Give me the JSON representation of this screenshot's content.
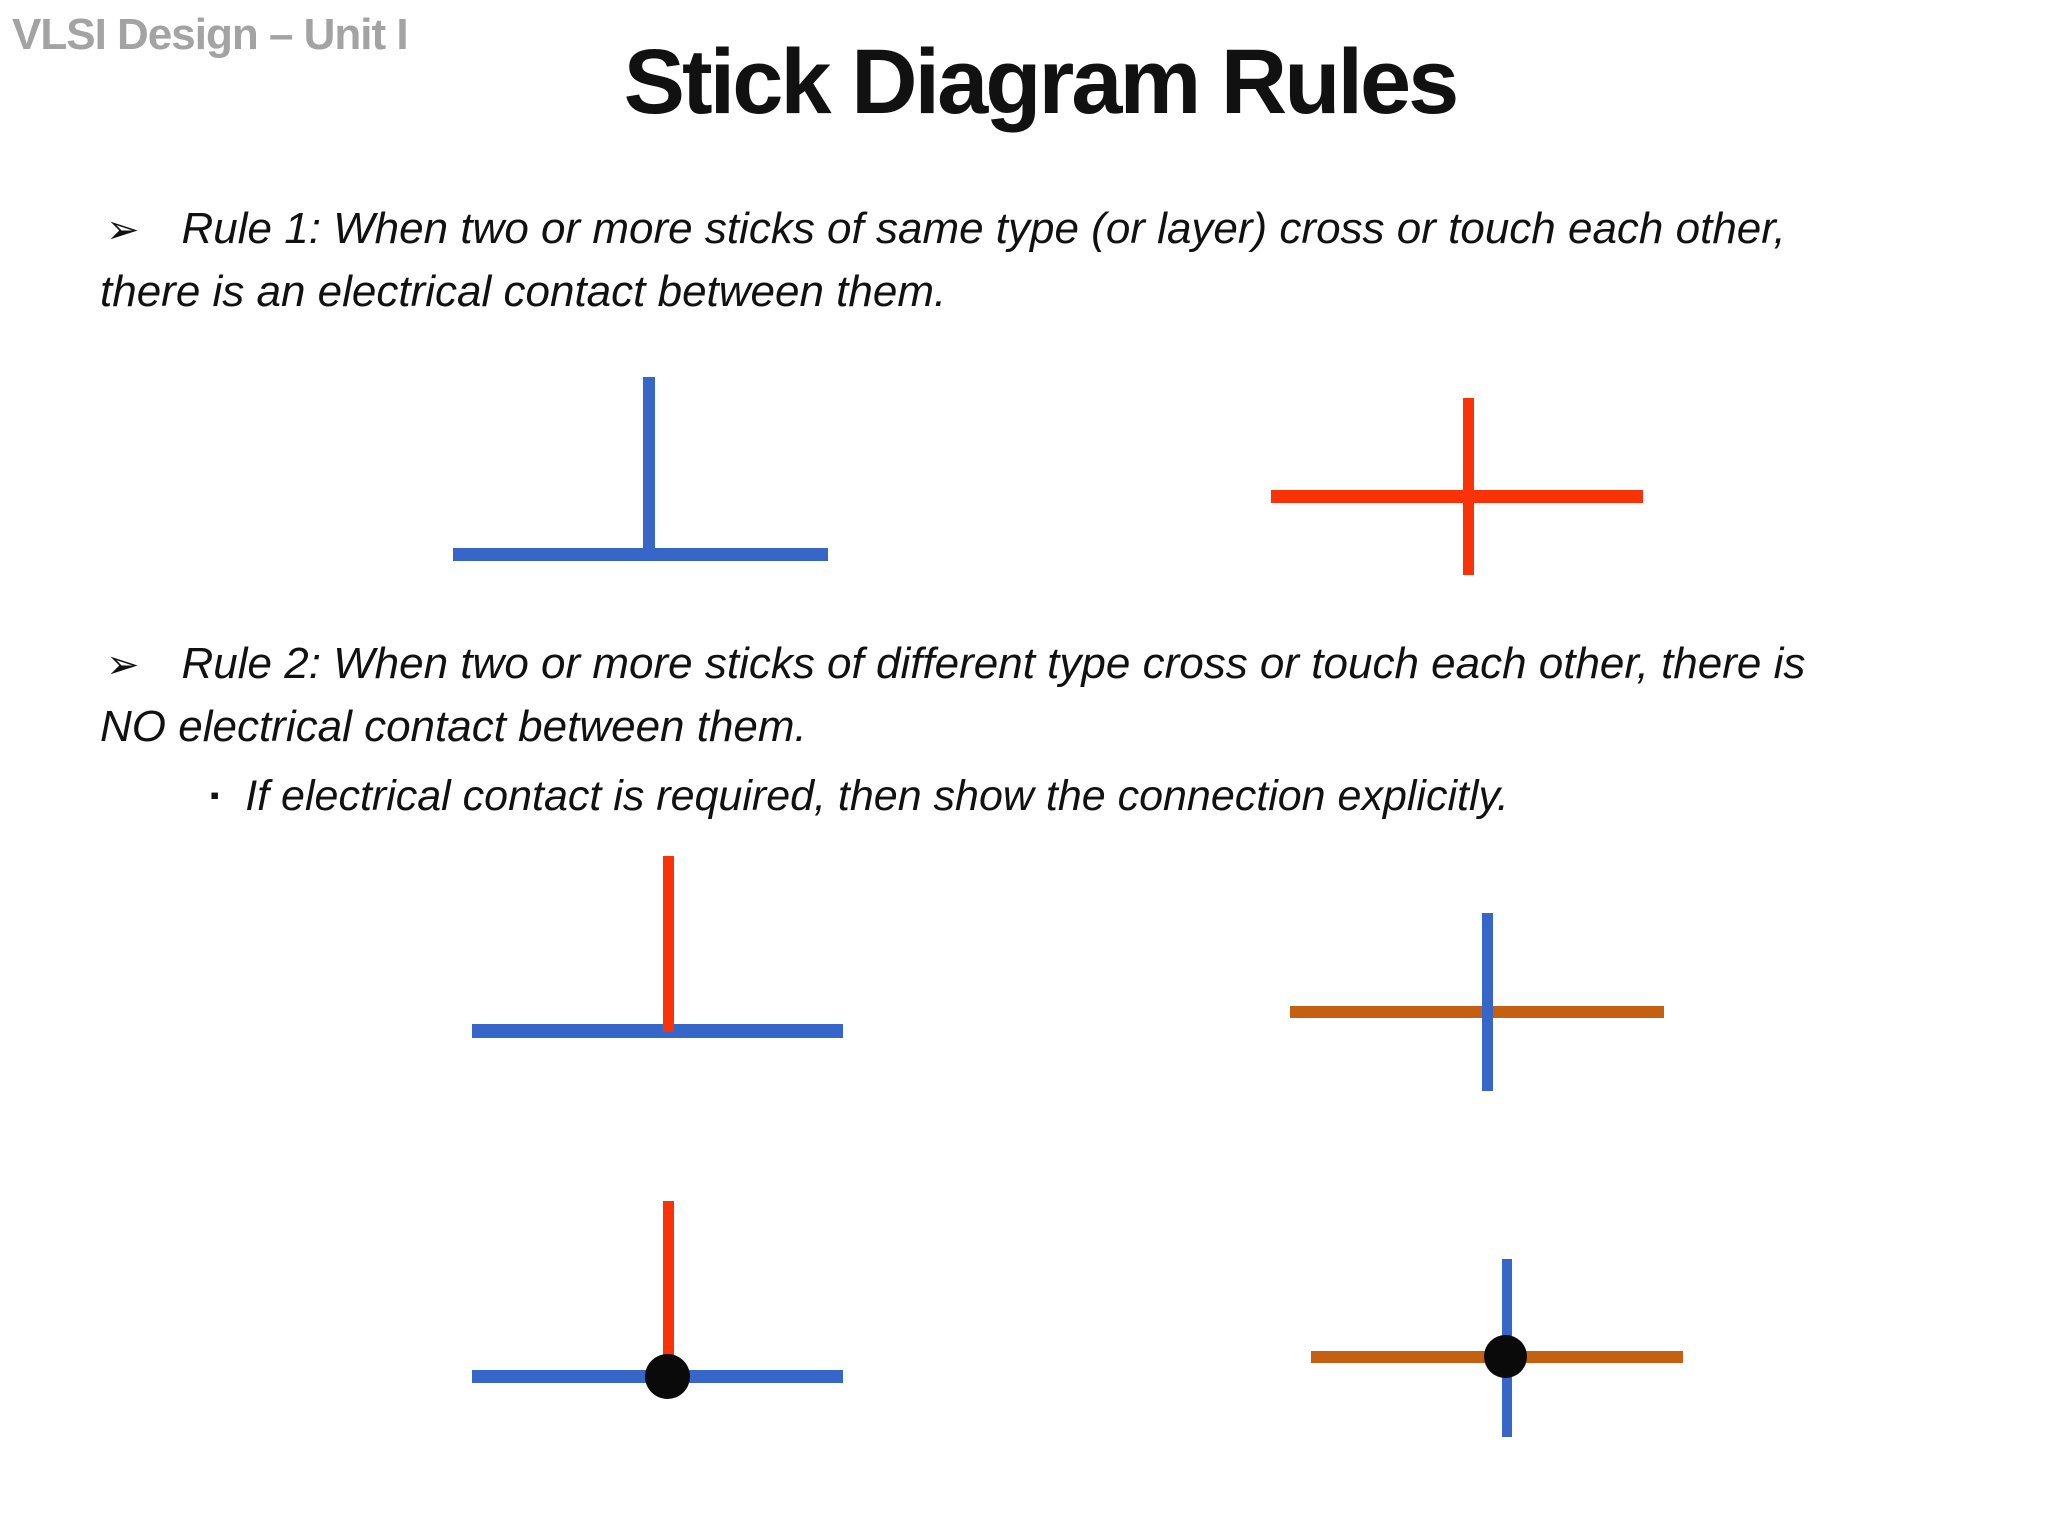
{
  "slide": {
    "header": "VLSI Design – Unit I",
    "title": "Stick Diagram Rules"
  },
  "rules": {
    "rule1": {
      "bullet": "➢",
      "lines": [
        "Rule 1: When two or more sticks of same type (or layer) cross or touch each other,",
        "there is an electrical contact between them."
      ]
    },
    "rule2": {
      "bullet": "➢",
      "lines": [
        "Rule 2: When two or more sticks of different type cross or touch each other, there is",
        "NO electrical contact between them."
      ],
      "sub_bullet": "▪",
      "sub_text": "If electrical contact is required, then show the connection explicitly."
    }
  },
  "colors": {
    "stick_blue": "#3766c9",
    "stick_red": "#f93307",
    "stick_brown": "#c55f11",
    "dot_black": "#0a0a0a",
    "header_gray": "#a3a3a3",
    "text_black": "#111111",
    "bg_white": "#ffffff"
  },
  "figures": [
    {
      "id": "rule1-same-layer-touch",
      "sticks": [
        "blue vertical",
        "blue horizontal"
      ],
      "relation": "touch (T-junction)",
      "electrical_contact": true,
      "contact_dot": false
    },
    {
      "id": "rule1-same-layer-cross",
      "sticks": [
        "red vertical",
        "red horizontal"
      ],
      "relation": "cross",
      "electrical_contact": true,
      "contact_dot": false
    },
    {
      "id": "rule2-diff-layer-touch",
      "sticks": [
        "red vertical",
        "blue horizontal"
      ],
      "relation": "touch (T-junction)",
      "electrical_contact": false,
      "contact_dot": false
    },
    {
      "id": "rule2-diff-layer-cross",
      "sticks": [
        "blue vertical",
        "brown horizontal"
      ],
      "relation": "cross",
      "electrical_contact": false,
      "contact_dot": false
    },
    {
      "id": "explicit-contact-touch",
      "sticks": [
        "red vertical",
        "blue horizontal"
      ],
      "relation": "touch (T-junction)",
      "electrical_contact": true,
      "contact_dot": true
    },
    {
      "id": "explicit-contact-cross",
      "sticks": [
        "blue vertical",
        "brown horizontal"
      ],
      "relation": "cross",
      "electrical_contact": true,
      "contact_dot": true
    }
  ]
}
